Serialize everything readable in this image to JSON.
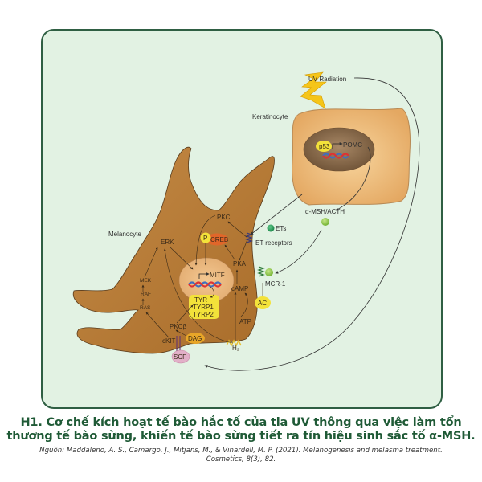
{
  "diagram": {
    "title": "UV-induced melanocyte activation pathway",
    "labels": {
      "uv_radiation": "UV Radiation",
      "keratinocyte": "Keratinocyte",
      "p53": "p53",
      "pomc": "POMC",
      "melanocyte": "Melanocyte",
      "pkc": "PKC",
      "p": "P",
      "creb": "CREB",
      "ets": "ETs",
      "et_receptors": "ET receptors",
      "msh_acth": "α-MSH/ACTH",
      "erk": "ERK",
      "mitf": "MITF",
      "pka": "PKA",
      "mcr1": "MCR-1",
      "camp": "cAMP",
      "ac": "AC",
      "mek": "MEK",
      "raf": "RAF",
      "ras": "RAS",
      "tyr": "TYR",
      "tyrp1": "TYRP1",
      "tyrp2": "TYRP2",
      "pkcb": "PKCβ",
      "atp": "ATP",
      "ckit": "cKIT",
      "dag": "DAG",
      "h2": "H₂",
      "scf": "SCF"
    },
    "colors": {
      "frame_border": "#2f5f43",
      "frame_bg": "#e2f2e3",
      "melanocyte": "#b87a35",
      "keratinocyte": "#e8b06e",
      "nucleus_keratinocyte": "#8a6a48",
      "yellow_marker": "#f3e23a",
      "creb": "#e0662a",
      "green_ligand": "#8cc63f",
      "caption": "#1f5a36"
    }
  },
  "caption": {
    "line1": "H1. Cơ chế kích hoạt tế bào hắc tố của tia UV thông qua việc làm tổn",
    "line2": "thương tế bào sừng, khiến tế bào sừng tiết ra tín hiệu sinh sắc tố α-MSH."
  },
  "source": {
    "line1": "Nguồn: Maddaleno, A. S., Camargo, J., Mitjans, M., & Vinardell, M. P. (2021). Melanogenesis and melasma treatment.",
    "line2": "Cosmetics, 8(3), 82."
  }
}
